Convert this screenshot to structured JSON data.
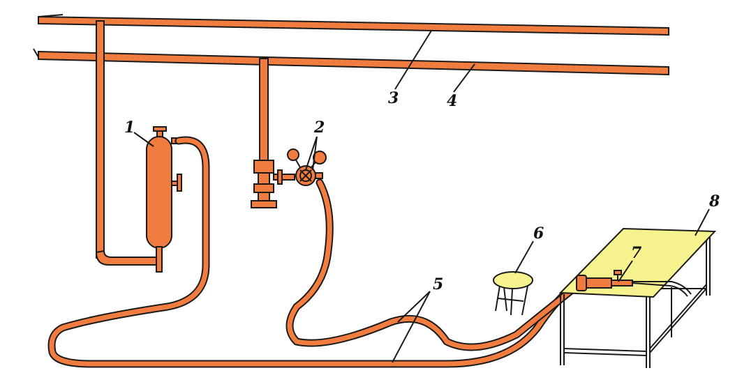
{
  "diagram": {
    "colors": {
      "pipe": "#f07c3f",
      "table_top": "#f6f28e",
      "stool_top": "#f6f28e",
      "outline": "#1a1a1a"
    },
    "callouts": [
      {
        "id": "1",
        "label": "1",
        "target": "cylinder"
      },
      {
        "id": "2",
        "label": "2",
        "target": "regulator"
      },
      {
        "id": "3",
        "label": "3",
        "target": "upper-pipe"
      },
      {
        "id": "4",
        "label": "4",
        "target": "lower-pipe"
      },
      {
        "id": "5",
        "label": "5",
        "target": "hoses"
      },
      {
        "id": "6",
        "label": "6",
        "target": "stool"
      },
      {
        "id": "7",
        "label": "7",
        "target": "torch"
      },
      {
        "id": "8",
        "label": "8",
        "target": "table"
      }
    ]
  }
}
